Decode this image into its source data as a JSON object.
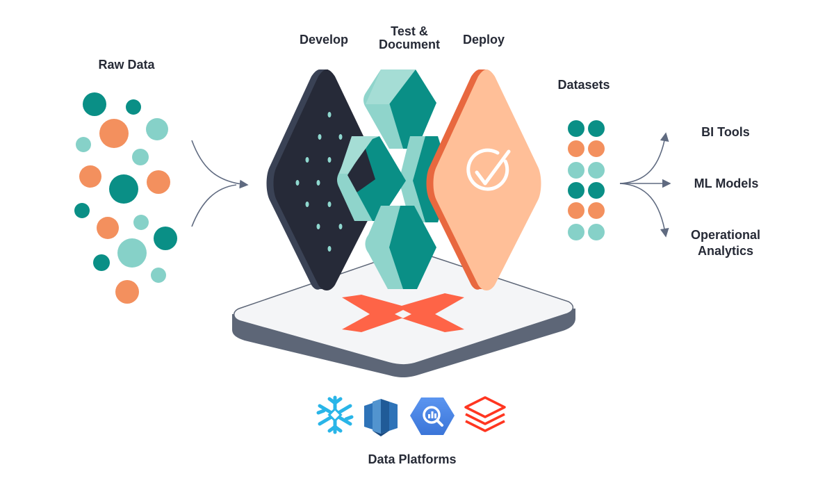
{
  "labels": {
    "raw_data": "Raw Data",
    "develop": "Develop",
    "test_document_1": "Test &",
    "test_document_2": "Document",
    "deploy": "Deploy",
    "datasets": "Datasets",
    "bi_tools": "BI Tools",
    "ml_models": "ML Models",
    "operational_analytics_1": "Operational",
    "operational_analytics_2": "Analytics",
    "data_platforms": "Data Platforms"
  },
  "colors": {
    "teal_dark": "#0a8f86",
    "teal_light": "#86d1c8",
    "orange": "#f3905e",
    "navy": "#262a38",
    "peach": "#ffbf98",
    "dbt_red": "#fe6447",
    "arrow": "#5f6a80"
  },
  "icons": [
    "snowflake-icon",
    "redshift-icon",
    "bigquery-icon",
    "databricks-icon"
  ]
}
